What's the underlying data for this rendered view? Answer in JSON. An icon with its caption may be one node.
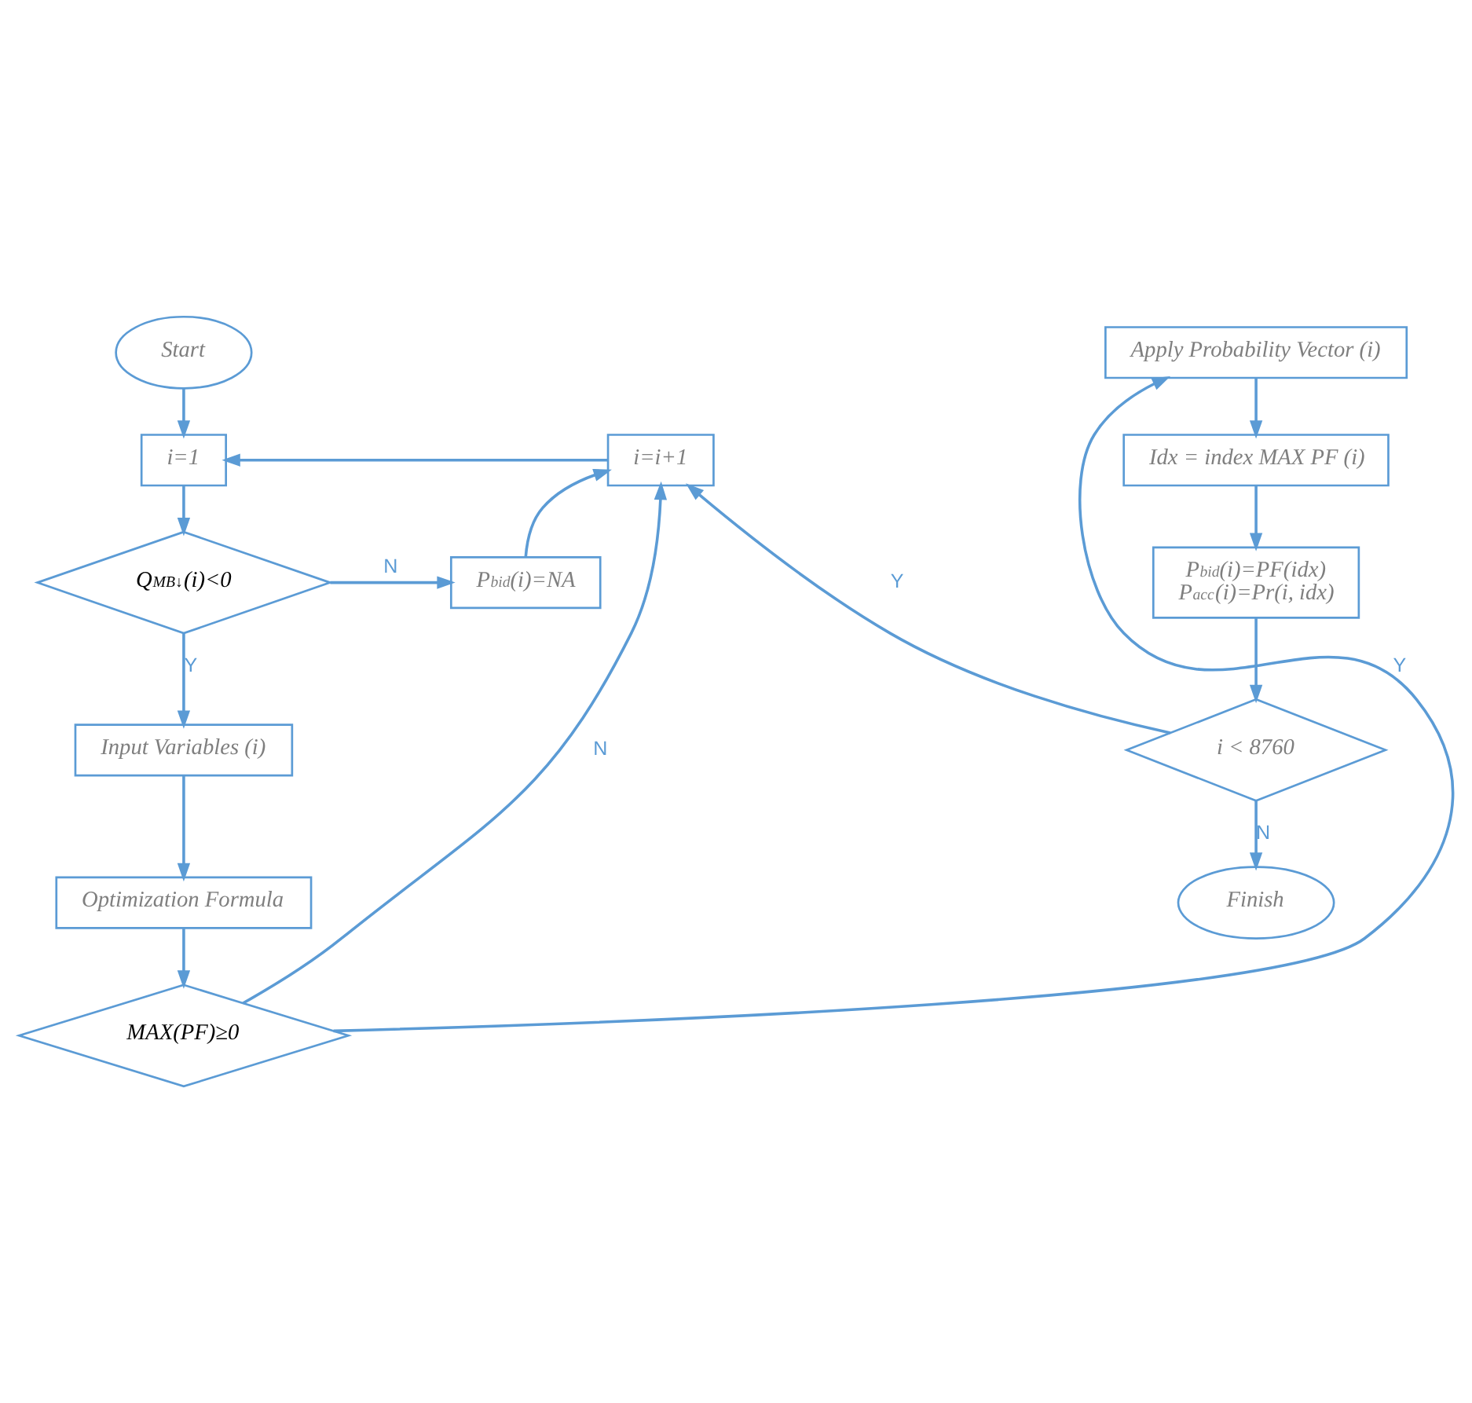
{
  "diagram": {
    "nodes": [
      {
        "text": [
          "Start"
        ]
      },
      {
        "text": [
          "i=1"
        ]
      },
      {
        "text": [
          "Q$_{MB↓}$(i)<0"
        ]
      },
      {
        "text": [
          "P$_{bid}$(i)=NA"
        ]
      },
      {
        "text": [
          "Input Variables (i)"
        ]
      },
      {
        "text": [
          "Optimization Formula"
        ]
      },
      {
        "text": [
          "MAX(PF)≥0"
        ]
      },
      {
        "text": [
          "i=i+1"
        ]
      },
      {
        "text": [
          "Apply Probability Vector (i)"
        ]
      },
      {
        "text": [
          "Idx = index MAX PF (i)"
        ]
      },
      {
        "text": [
          "P$_{bid}$(i)=PF(idx)",
          "P$_{acc}$(i)=Pr(i, idx)"
        ]
      },
      {
        "text": [
          "i < 8760"
        ]
      },
      {
        "text": [
          "Finish"
        ]
      }
    ],
    "edges": [
      {
        "from": 0,
        "to": 1,
        "arrow": "to"
      },
      {
        "from": 1,
        "to": 2,
        "arrow": "to"
      },
      {
        "from": 2,
        "to": 3,
        "arrow": "to",
        "label": "N"
      },
      {
        "from": 2,
        "to": 4,
        "arrow": "to",
        "label": "Y"
      },
      {
        "from": 4,
        "to": 5,
        "arrow": "to"
      },
      {
        "from": 5,
        "to": 6,
        "arrow": "to"
      },
      {
        "from": 6,
        "to": 7,
        "arrow": "to",
        "label": "N"
      },
      {
        "from": 3,
        "to": 7,
        "arrow": "to"
      },
      {
        "from": 7,
        "to": 1,
        "arrow": "to"
      },
      {
        "from": 6,
        "to": 8,
        "arrow": "to",
        "label": "Y"
      },
      {
        "from": 8,
        "to": 9,
        "arrow": "to"
      },
      {
        "from": 9,
        "to": 10,
        "arrow": "to"
      },
      {
        "from": 10,
        "to": 11,
        "arrow": "to"
      },
      {
        "from": 11,
        "to": 7,
        "arrow": "to",
        "label": "Y"
      },
      {
        "from": 11,
        "to": 12,
        "arrow": "to",
        "label": "N"
      }
    ]
  }
}
